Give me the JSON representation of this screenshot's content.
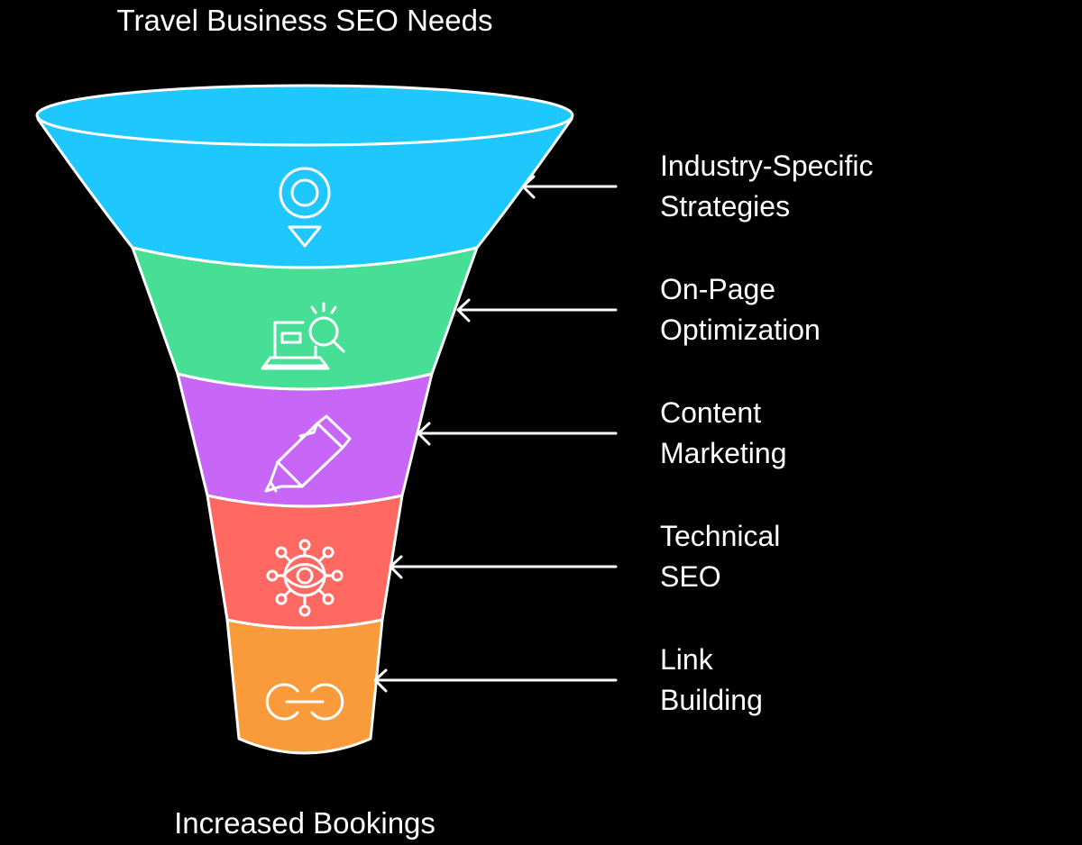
{
  "title": "Travel Business SEO Needs",
  "output_label": "Increased Bookings",
  "stages": [
    {
      "line1": "Industry-Specific",
      "line2": "Strategies",
      "icon": "location-pin-icon",
      "color": "#1EC8FF"
    },
    {
      "line1": "On-Page",
      "line2": "Optimization",
      "icon": "laptop-search-icon",
      "color": "#47DE95"
    },
    {
      "line1": "Content",
      "line2": "Marketing",
      "icon": "pen-icon",
      "color": "#C766F7"
    },
    {
      "line1": "Technical",
      "line2": "SEO",
      "icon": "eye-network-icon",
      "color": "#FF6961"
    },
    {
      "line1": "Link",
      "line2": "Building",
      "icon": "link-icon",
      "color": "#F99B3A"
    }
  ]
}
